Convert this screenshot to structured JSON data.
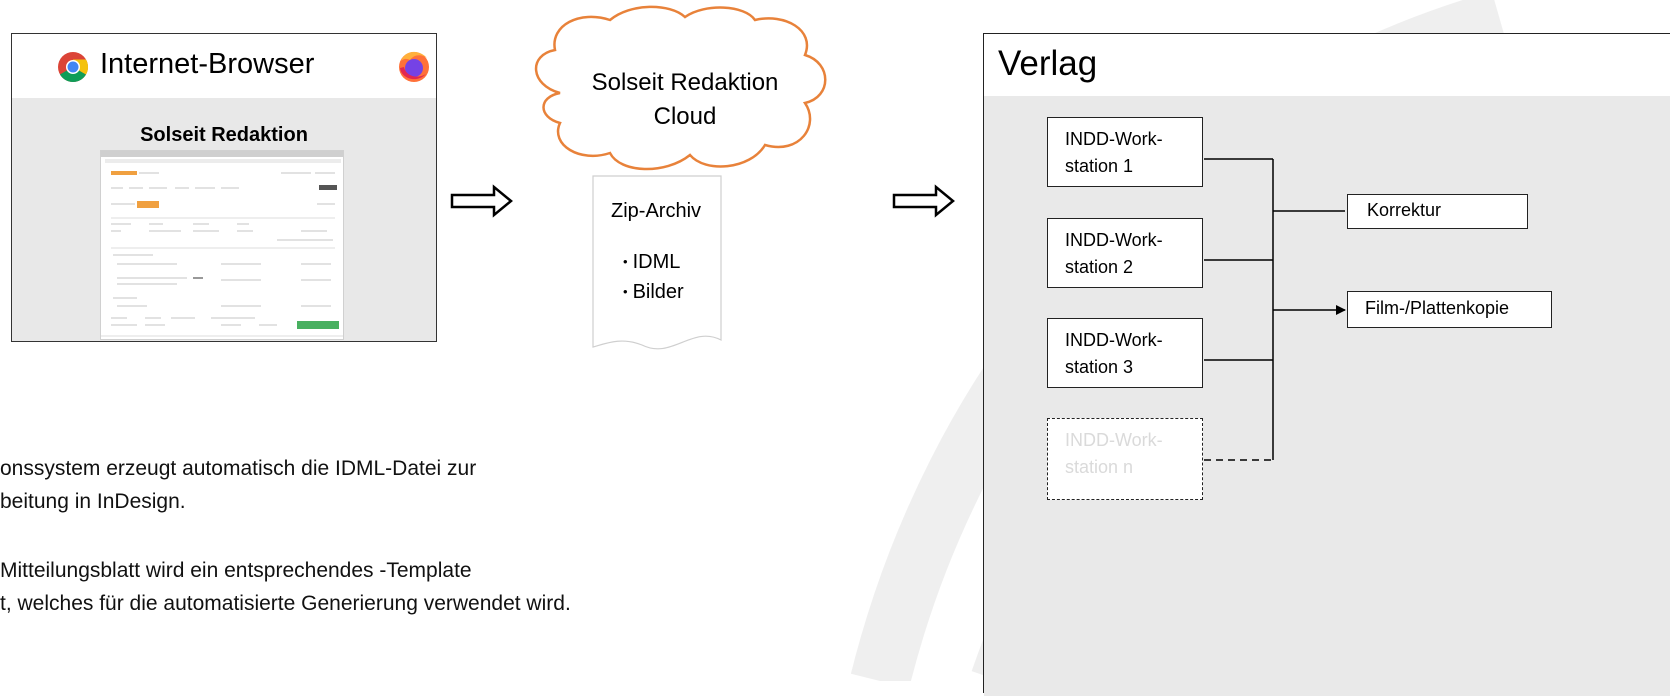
{
  "browser": {
    "title": "Internet-Browser",
    "chrome_icon": "chrome-icon",
    "firefox_icon": "firefox-icon",
    "app_title": "Solseit Redaktion"
  },
  "cloud": {
    "line1": "Solseit Redaktion",
    "line2": "Cloud"
  },
  "zip": {
    "title": "Zip-Archiv",
    "items": [
      "IDML",
      "Bilder"
    ]
  },
  "description": {
    "line1": "onssystem erzeugt automatisch die IDML-Datei zur",
    "line2": "beitung in InDesign.",
    "line3": "Mitteilungsblatt wird ein entsprechendes -Template",
    "line4": "t, welches für die automatisierte Generierung verwendet wird."
  },
  "verlag": {
    "title": "Verlag",
    "workstations": [
      {
        "line1": "INDD-Work-",
        "line2": "station 1"
      },
      {
        "line1": "INDD-Work-",
        "line2": "station 2"
      },
      {
        "line1": "INDD-Work-",
        "line2": "station 3"
      },
      {
        "line1": "INDD-Work-",
        "line2": "station n"
      }
    ],
    "korrektur": "Korrektur",
    "film": "Film-/Plattenkopie"
  },
  "colors": {
    "cloud_stroke": "#e8823a",
    "panel_bg": "#e9e9e9"
  }
}
